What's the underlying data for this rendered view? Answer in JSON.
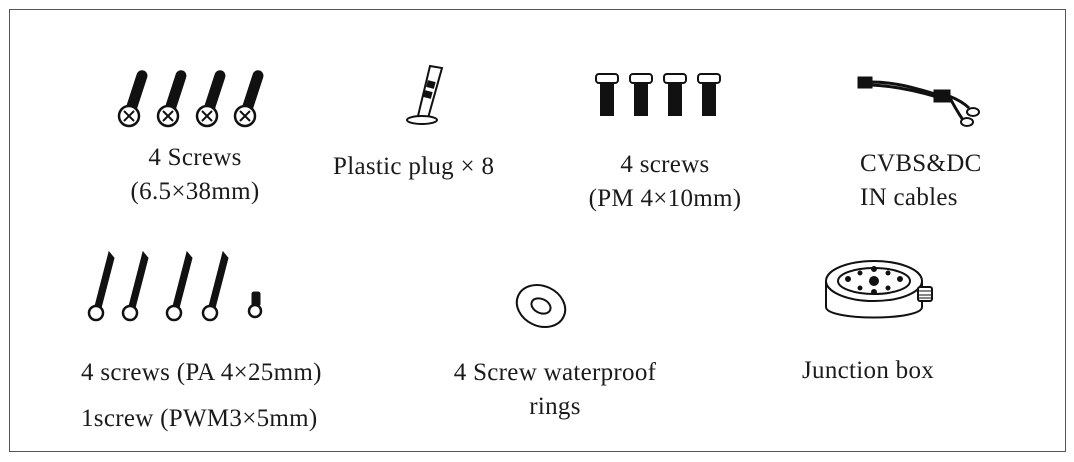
{
  "items": [
    {
      "icon": "long-screws-icon",
      "lines": [
        "4 Screws",
        "(6.5×38mm)"
      ]
    },
    {
      "icon": "plastic-plug-icon",
      "lines": [
        "Plastic plug × 8"
      ]
    },
    {
      "icon": "short-screws-icon",
      "lines": [
        "4 screws",
        "(PM 4×10mm)"
      ]
    },
    {
      "icon": "cable-icon",
      "lines": [
        "CVBS&DC",
        "IN cables"
      ]
    },
    {
      "icon": "self-tapping-screws-icon",
      "lines": [
        "4 screws (PA 4×25mm)",
        "1screw (PWM3×5mm)"
      ]
    },
    {
      "icon": "waterproof-ring-icon",
      "lines": [
        "4 Screw waterproof",
        "rings"
      ]
    },
    {
      "icon": "junction-box-icon",
      "lines": [
        "Junction box"
      ]
    }
  ]
}
